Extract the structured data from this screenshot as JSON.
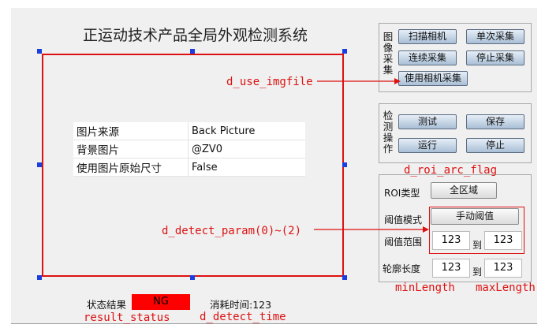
{
  "window": {
    "title": "正运动技术产品全局外观检测系统"
  },
  "properties": [
    {
      "key": "图片来源",
      "value": "Back Picture"
    },
    {
      "key": "背景图片",
      "value": "@ZV0"
    },
    {
      "key": "使用图片原始尺寸",
      "value": "False"
    }
  ],
  "image_capture": {
    "label": "图像采集",
    "scan_camera": "扫描相机",
    "single_capture": "单次采集",
    "continuous_capture": "连续采集",
    "stop_capture": "停止采集",
    "use_camera_capture": "使用相机采集"
  },
  "detect_ops": {
    "label": "检测操作",
    "test": "测试",
    "save": "保存",
    "run": "运行",
    "stop": "停止"
  },
  "params": {
    "roi_type_label": "ROI类型",
    "roi_type_value": "全区域",
    "threshold_mode_label": "阈值模式",
    "threshold_mode_value": "手动阈值",
    "threshold_range_label": "阈值范围",
    "threshold_min": "123",
    "threshold_to": "到",
    "threshold_max": "123",
    "contour_length_label": "轮廓长度",
    "contour_min": "123",
    "contour_to": "到",
    "contour_max": "123"
  },
  "status": {
    "label": "状态结果",
    "result": "NG",
    "time_label": "消耗时间:",
    "time_value": "123"
  },
  "annotations": {
    "use_imgfile": "d_use_imgfile",
    "roi_arc_flag": "d_roi_arc_flag",
    "detect_param": "d_detect_param(0)~(2)",
    "min_length": "minLength",
    "max_length": "maxLength",
    "result_status": "result_status",
    "detect_time": "d_detect_time"
  },
  "colors": {
    "annotation": "#dd1111",
    "ng_badge": "#ff0000",
    "handle": "#1a3ee0"
  }
}
